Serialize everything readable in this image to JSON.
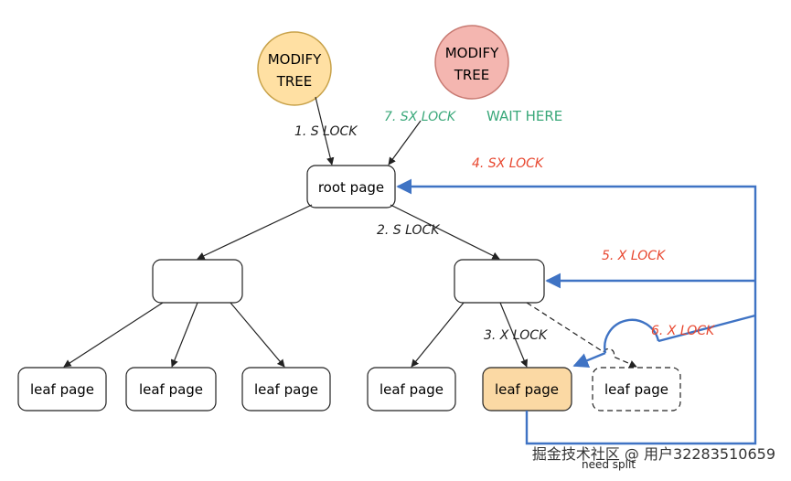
{
  "colors": {
    "circle_s_fill": "#ffe0a3",
    "circle_s_stroke": "#c8a24a",
    "circle_x_fill": "#f4b6b0",
    "circle_x_stroke": "#c87a72",
    "green": "#3aa87a",
    "red": "#e8472f",
    "blue": "#3f73c4",
    "leaf_highlight": "#fbd9a4"
  },
  "threads": {
    "t1": {
      "line1": "MODIFY",
      "line2": "TREE"
    },
    "t2": {
      "line1": "MODIFY",
      "line2": "TREE"
    }
  },
  "nodes": {
    "root": "root page",
    "leaf1": "leaf page",
    "leaf2": "leaf page",
    "leaf3": "leaf page",
    "leaf4": "leaf page",
    "leaf5": "leaf page",
    "leaf_new": "leaf page"
  },
  "locks": {
    "l1": "1. S LOCK",
    "l2": "2. S LOCK",
    "l3": "3. X LOCK",
    "l4": "4. SX LOCK",
    "l5": "5. X LOCK",
    "l6": "6. X LOCK",
    "l7": "7. SX LOCK",
    "wait": "WAIT HERE"
  },
  "annotation": "need split",
  "watermark": "掘金技术社区 @ 用户32283510659"
}
